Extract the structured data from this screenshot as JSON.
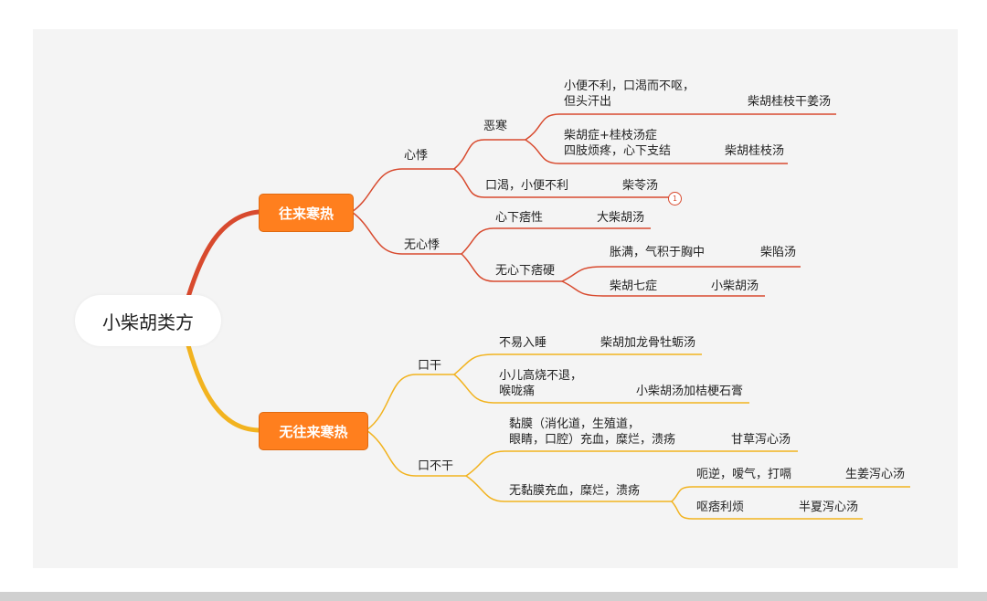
{
  "root": {
    "label": "小柴胡类方"
  },
  "branch1": {
    "label": "往来寒热",
    "a": {
      "label": "心悸",
      "sub": {
        "label": "恶寒",
        "n1": {
          "line1": "小便不利，口渴而不呕，",
          "line2": "但头汗出",
          "formula": "柴胡桂枝干姜汤"
        },
        "n2": {
          "line1": "柴胡症+桂枝汤症",
          "line2": "四肢烦疼，心下支结",
          "formula": "柴胡桂枝汤"
        }
      },
      "n3": {
        "label": "口渴，小便不利",
        "formula": "柴苓汤",
        "marker": "1"
      }
    },
    "b": {
      "label": "无心悸",
      "n1": {
        "label": "心下痞性",
        "formula": "大柴胡汤"
      },
      "sub": {
        "label": "无心下痞硬",
        "n1": {
          "label": "胀满，气积于胸中",
          "formula": "柴陷汤"
        },
        "n2": {
          "label": "柴胡七症",
          "formula": "小柴胡汤"
        }
      }
    }
  },
  "branch2": {
    "label": "无往来寒热",
    "a": {
      "label": "口干",
      "n1": {
        "label": "不易入睡",
        "formula": "柴胡加龙骨牡蛎汤"
      },
      "n2": {
        "line1": "小儿高烧不退，",
        "line2": "喉咙痛",
        "formula": "小柴胡汤加桔梗石膏"
      }
    },
    "b": {
      "label": "口不干",
      "n1": {
        "line1": "黏膜（消化道，生殖道，",
        "line2": "眼睛，口腔）充血，糜烂，溃疡",
        "formula": "甘草泻心汤"
      },
      "sub": {
        "label": "无黏膜充血，糜烂，溃疡",
        "n1": {
          "label": "呃逆，嗳气，打嗝",
          "formula": "生姜泻心汤"
        },
        "n2": {
          "label": "呕痞利烦",
          "formula": "半夏泻心汤"
        }
      }
    }
  },
  "colors": {
    "red": "#d84a2e",
    "orange": "#ff7f1e",
    "yellow": "#f2b31f"
  }
}
